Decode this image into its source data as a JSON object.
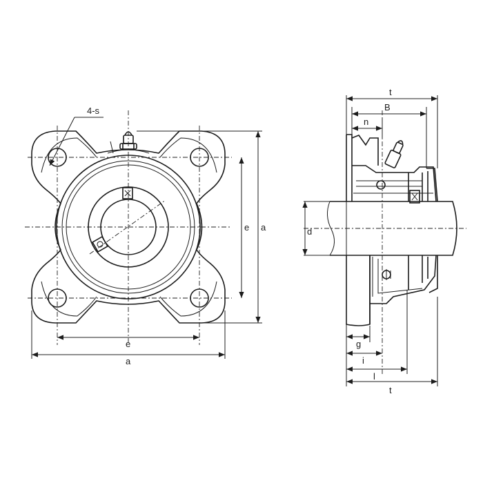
{
  "labels": {
    "hole_spec": "4-s",
    "front_e_horizontal": "e",
    "front_a_horizontal": "a",
    "front_e_vertical": "e",
    "front_a_vertical": "a",
    "side_t_top": "t",
    "side_B": "B",
    "side_n": "n",
    "side_d": "d",
    "side_g": "g",
    "side_i": "i",
    "side_l": "l",
    "side_t_bottom": "t"
  },
  "colors": {
    "line": "#1c1c1c",
    "background": "#ffffff"
  }
}
